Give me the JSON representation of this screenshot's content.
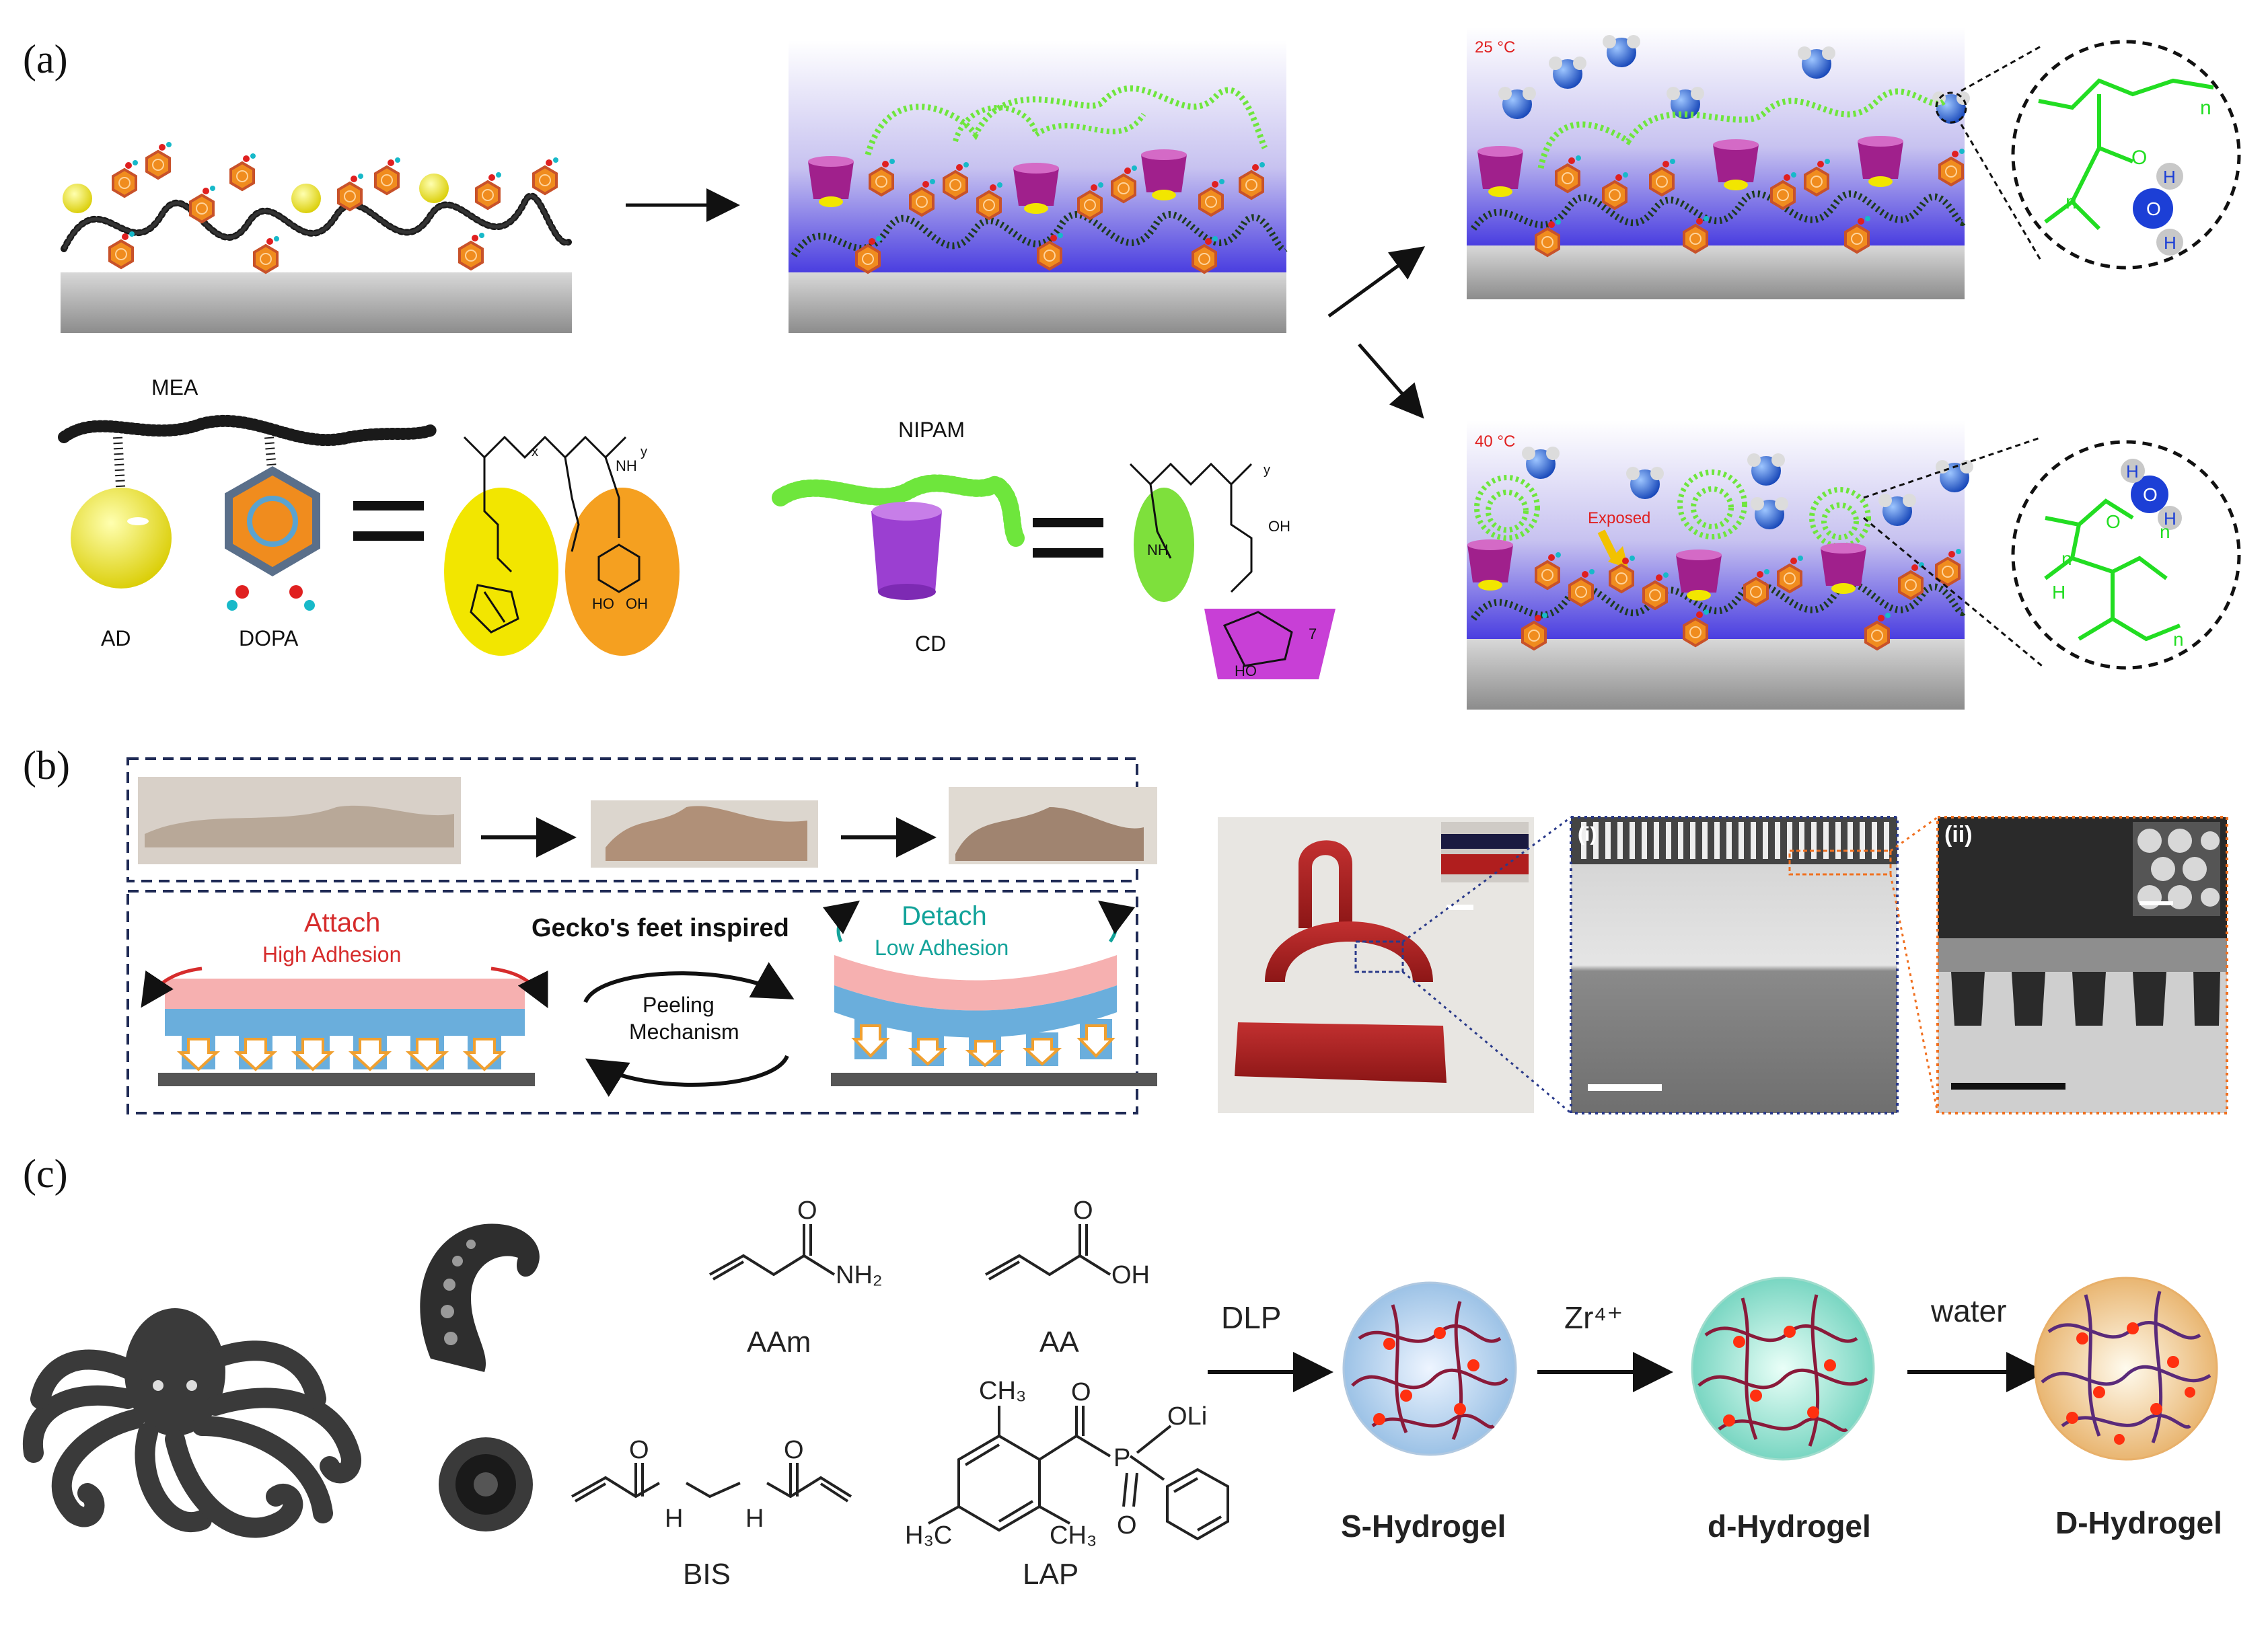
{
  "panels": {
    "a": {
      "label": "(a)",
      "mea": "MEA",
      "ad": "AD",
      "dopa": "DOPA",
      "nipam": "NIPAM",
      "cd": "CD",
      "temp_low": "25 °C",
      "temp_high": "40 °C",
      "exposed": "Exposed",
      "chem": {
        "n": "n",
        "h": "H",
        "o": "O",
        "nh": "NH",
        "oh": "OH",
        "ho": "HO",
        "x": "x",
        "y": "y",
        "seven": "7"
      }
    },
    "b": {
      "label": "(b)",
      "attach": "Attach",
      "high_adhesion": "High Adhesion",
      "detach": "Detach",
      "low_adhesion": "Low Adhesion",
      "gecko": "Gecko's feet inspired",
      "peeling": "Peeling",
      "mechanism": "Mechanism",
      "sem_i": "(i)",
      "sem_ii": "(ii)"
    },
    "c": {
      "label": "(c)",
      "aam": "AAm",
      "aa": "AA",
      "bis": "BIS",
      "lap": "LAP",
      "nh2": "NH₂",
      "oh": "OH",
      "oli": "OLi",
      "ch3": "CH₃",
      "h3c": "H₃C",
      "p": "P",
      "h": "H",
      "o": "O",
      "dlp": "DLP",
      "zr": "Zr⁴⁺",
      "water": "water",
      "s_hydrogel": "S-Hydrogel",
      "d_hydrogel_small": "d-Hydrogel",
      "d_hydrogel": "D-Hydrogel"
    }
  },
  "colors": {
    "accent_red": "#d62c2c",
    "teal": "#13a39a",
    "polymer_green": "#6ee63c",
    "dopa_orange": "#f08c1e",
    "ad_yellow": "#f2e600",
    "cd_purple": "#9b3fd1",
    "water_blue": "#2a6fd6",
    "substrate_grey": "#9a9a9a"
  }
}
